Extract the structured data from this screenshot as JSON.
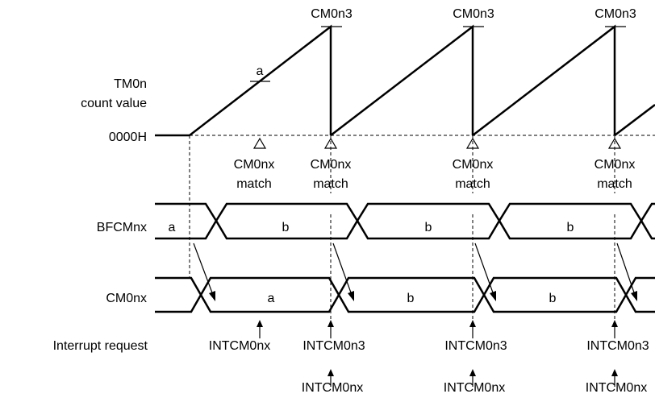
{
  "row_labels": {
    "tm0n_line1": "TM0n",
    "tm0n_line2": "count value",
    "zero": "0000H",
    "bfcm": "BFCMnx",
    "cm0nx": "CM0nx",
    "interrupt": "Interrupt request"
  },
  "peak_labels": [
    "CM0n3",
    "CM0n3",
    "CM0n3"
  ],
  "ramp_label": "a",
  "match_labels": [
    {
      "line1": "CM0nx",
      "line2": "match"
    },
    {
      "line1": "CM0nx",
      "line2": "match"
    },
    {
      "line1": "CM0nx",
      "line2": "match"
    },
    {
      "line1": "CM0nx",
      "line2": "match"
    }
  ],
  "bfcm_values": [
    "a",
    "b",
    "b",
    "b"
  ],
  "cm0nx_values": [
    "a",
    "b",
    "b"
  ],
  "interrupt_labels": {
    "row1": [
      "INTCM0nx",
      "INTCM0n3",
      "INTCM0n3",
      "INTCM0n3"
    ],
    "row2": [
      "INTCM0nx",
      "INTCM0nx",
      "INTCM0nx"
    ]
  }
}
